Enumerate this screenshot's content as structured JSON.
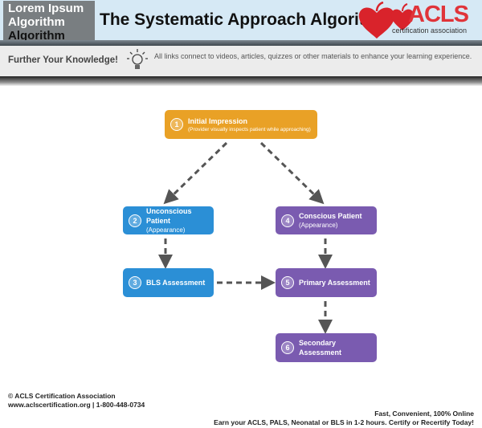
{
  "header": {
    "title": "The Systematic Approach Algorithm",
    "overlay_lines": [
      "Lorem Ipsum",
      "Algorithm",
      "Algorithm"
    ],
    "logo": {
      "text": "ACLS",
      "subtitle": "certification association"
    }
  },
  "band": {
    "heading": "Further Your Knowledge!",
    "icon": "lightbulb-icon",
    "text": "All links connect to videos, articles, quizzes or other materials to enhance your learning experience."
  },
  "nodes": [
    {
      "num": "1",
      "title": "Initial Impression",
      "sub": "(Provider visually inspects patient while approaching)",
      "color": "#e9a126"
    },
    {
      "num": "2",
      "title": "Unconscious Patient",
      "sub": "(Appearance)",
      "color": "#2b8fd6"
    },
    {
      "num": "3",
      "title": "BLS Assessment",
      "color": "#2b8fd6"
    },
    {
      "num": "4",
      "title": "Conscious Patient",
      "sub": "(Appearance)",
      "color": "#7a5bb0"
    },
    {
      "num": "5",
      "title": "Primary Assessment",
      "color": "#7a5bb0"
    },
    {
      "num": "6",
      "title": "Secondary Assessment",
      "color": "#7a5bb0"
    }
  ],
  "footer": {
    "copyright": "© ACLS Certification Association",
    "contact": "www.aclscertification.org | 1-800-448-0734",
    "tagline": "Fast, Convenient, 100% Online",
    "cta": "Earn your ACLS, PALS, Neonatal or BLS in 1-2 hours. Certify or Recertify Today!"
  }
}
